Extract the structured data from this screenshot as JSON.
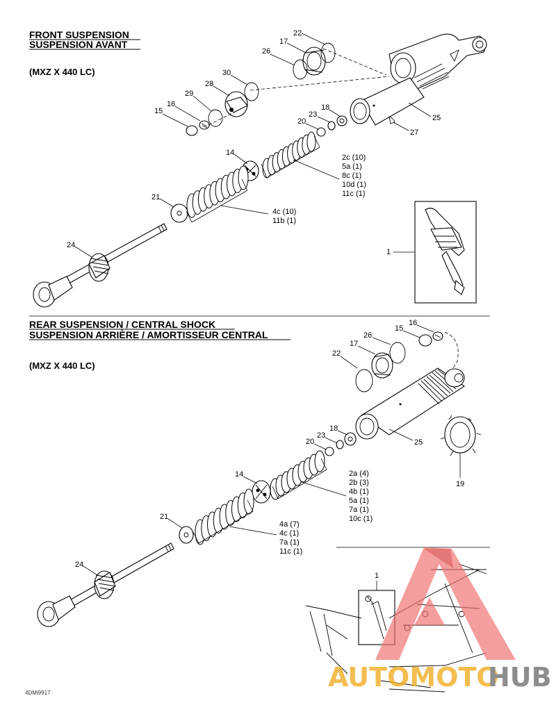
{
  "front": {
    "title_en": "FRONT SUSPENSION",
    "title_fr": "SUSPENSION AVANT",
    "model": "(MXZ X 440 LC)",
    "callouts": [
      "22",
      "17",
      "26",
      "30",
      "28",
      "29",
      "16",
      "15",
      "23",
      "18",
      "20",
      "25",
      "27",
      "14",
      "21",
      "24",
      "1"
    ],
    "spring_kit_upper": [
      "2c (10)",
      "5a (1)",
      "8c (1)",
      "10d (1)",
      "11c (1)"
    ],
    "spring_kit_lower": [
      "4c (10)",
      "11b (1)"
    ]
  },
  "rear": {
    "title_en": "REAR SUSPENSION / CENTRAL SHOCK",
    "title_fr": "SUSPENSION ARRIÈRE / AMORTISSEUR CENTRAL",
    "model": "(MXZ X 440 LC)",
    "callouts": [
      "16",
      "15",
      "26",
      "17",
      "22",
      "18",
      "23",
      "20",
      "25",
      "19",
      "14",
      "21",
      "24",
      "1"
    ],
    "spring_kit_upper": [
      "2a (4)",
      "2b (3)",
      "4b (1)",
      "5a (1)",
      "7a (1)",
      "10c (1)"
    ],
    "spring_kit_lower": [
      "4a (7)",
      "4c (1)",
      "7a (1)",
      "11c (1)"
    ]
  },
  "drawing_code": "4DMi9917",
  "watermark": {
    "text_left": "AUTOMOTO",
    "text_right": "HUB",
    "color_primary": "#f07070",
    "color_accent": "#f2b232",
    "color_dark": "#7a7a7a"
  }
}
